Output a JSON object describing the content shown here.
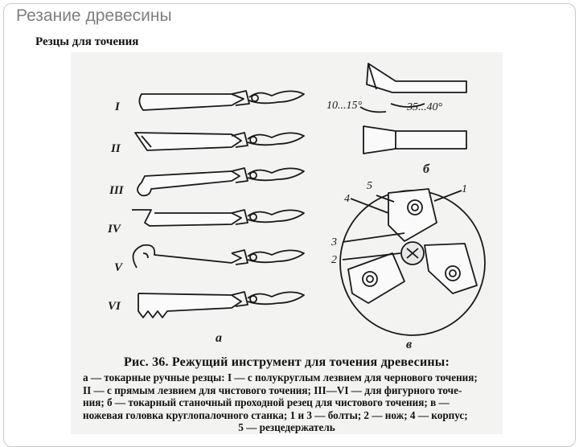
{
  "slide": {
    "title": "Резание древесины",
    "subtitle": "Резцы для точения"
  },
  "figure": {
    "roman_labels": [
      "I",
      "II",
      "III",
      "IV",
      "V",
      "VI"
    ],
    "part_labels": {
      "a": "а",
      "b": "б",
      "v": "в"
    },
    "angles": {
      "small": "10...15°",
      "large": "35...40°"
    },
    "callouts": [
      "1",
      "2",
      "3",
      "4",
      "5"
    ]
  },
  "caption": {
    "title": "Рис. 36. Режущий инструмент для точения древесины:",
    "lines": [
      "а — токарные ручные резцы: I — с полукруглым лезвием для чернового точения;",
      "II — с прямым лезвием для чистового точения; III—VI — для фигурного точе-",
      "ния; б — токарный станочный проходной резец для чистового точения; в —",
      "ножевая головка круглопалочного станка; 1 и 3 — болты; 2 — нож; 4 — корпус;",
      "5 — резцедержатель"
    ]
  }
}
